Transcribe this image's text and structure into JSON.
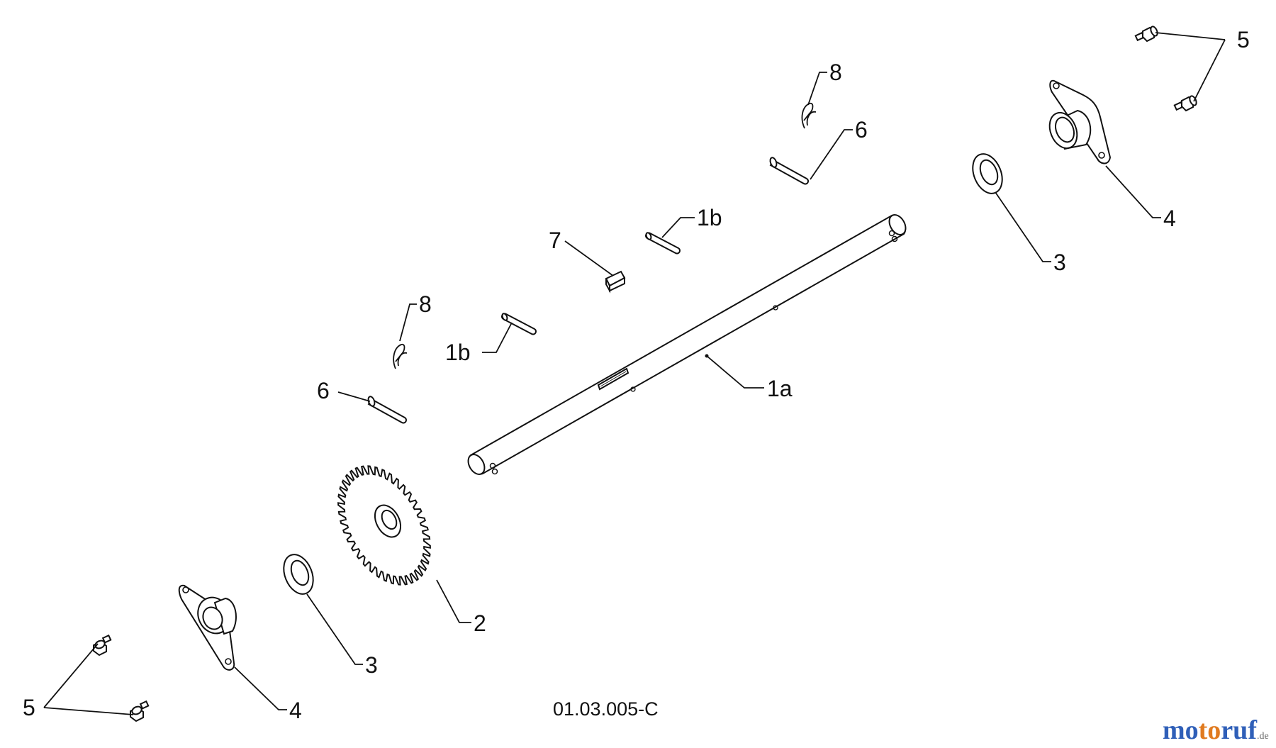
{
  "drawing_code": "01.03.005-C",
  "watermark": {
    "a": "mo",
    "b": "to",
    "c": "ruf",
    "tld": ".de"
  },
  "callouts": {
    "c1a": "1a",
    "c1b_upper": "1b",
    "c1b_lower": "1b",
    "c2": "2",
    "c3_right": "3",
    "c3_left": "3",
    "c4_right": "4",
    "c4_left": "4",
    "c5_right": "5",
    "c5_left": "5",
    "c6_right": "6",
    "c6_left": "6",
    "c7": "7",
    "c8_right": "8",
    "c8_left": "8"
  }
}
